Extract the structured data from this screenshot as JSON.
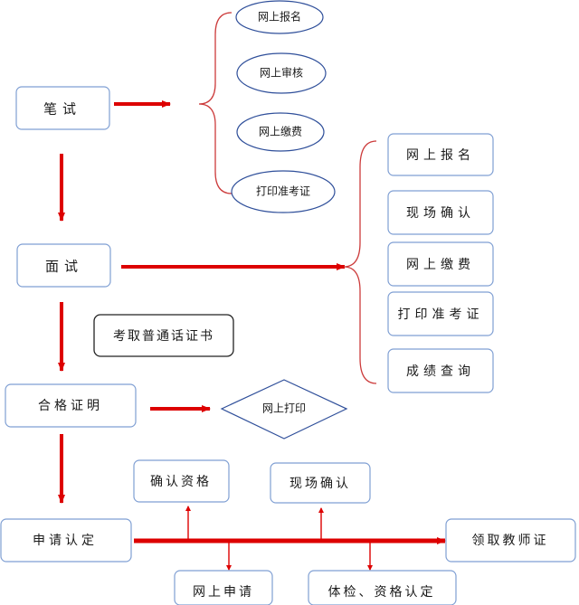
{
  "nodes": {
    "written_exam": "笔试",
    "interview": "面试",
    "mandarin_cert": "考取普通话证书",
    "pass_cert": "合格证明",
    "apply_cert": "申请认定",
    "get_cert": "领取教师证",
    "confirm_qualification": "确认资格",
    "onsite_confirm_bottom": "现场确认",
    "online_apply": "网上申请",
    "physical_check": "体检、资格认定",
    "online_print": "网上打印"
  },
  "written_steps": [
    "网上报名",
    "网上审核",
    "网上缴费",
    "打印准考证"
  ],
  "interview_steps": [
    "网上报名",
    "现场确认",
    "网上缴费",
    "打印准考证",
    "成绩查询"
  ],
  "colors": {
    "arrow_red": "#dd0000",
    "brace_red": "#cc3b3b",
    "box_stroke": "#7f9fd3",
    "ellipse_stroke": "#2f4f9a"
  }
}
